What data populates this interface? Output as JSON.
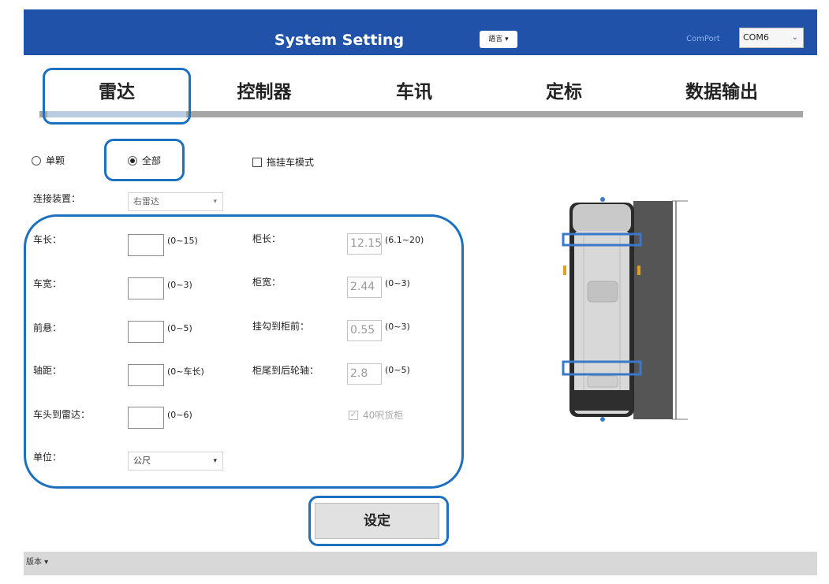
{
  "header": {
    "title": "System Setting",
    "lang_button": "語言 ▾",
    "comport_label": "ComPort",
    "comport_value": "COM6"
  },
  "tabs": [
    "雷达",
    "控制器",
    "车讯",
    "定标",
    "数据输出"
  ],
  "options": {
    "single_label": "单颗",
    "all_label": "全部",
    "trailer_mode_label": "拖挂车模式"
  },
  "connect": {
    "label": "连接装置：",
    "value": "右雷达"
  },
  "fields": {
    "vehicle_length": {
      "label": "车长：",
      "hint": "(0~15)"
    },
    "vehicle_width": {
      "label": "车宽：",
      "hint": "(0~3)"
    },
    "front_overhang": {
      "label": "前悬：",
      "hint": "(0~5)"
    },
    "wheelbase": {
      "label": "轴距：",
      "hint": "(0~车长)"
    },
    "head_to_radar": {
      "label": "车头到雷达：",
      "hint": "(0~6)"
    },
    "unit": {
      "label": "单位：",
      "value": "公尺"
    }
  },
  "container": {
    "length": {
      "label": "柜长：",
      "value": "12.15",
      "hint": "(6.1~20)"
    },
    "width": {
      "label": "柜宽：",
      "value": "2.44",
      "hint": "(0~3)"
    },
    "hitch_to_front": {
      "label": "挂勾到柜前：",
      "value": "0.55",
      "hint": "(0~3)"
    },
    "tail_to_axle": {
      "label": "柜尾到后轮轴：",
      "value": "2.8",
      "hint": "(0~5)"
    },
    "container_40ft": {
      "label": "40呎货柜",
      "checked": true
    }
  },
  "set_button": "设定",
  "footer": {
    "version": "版本 ▾"
  },
  "colors": {
    "header": "#1f52a8",
    "highlight": "#1d6fc0",
    "radar_marker": "#3a78c9"
  }
}
